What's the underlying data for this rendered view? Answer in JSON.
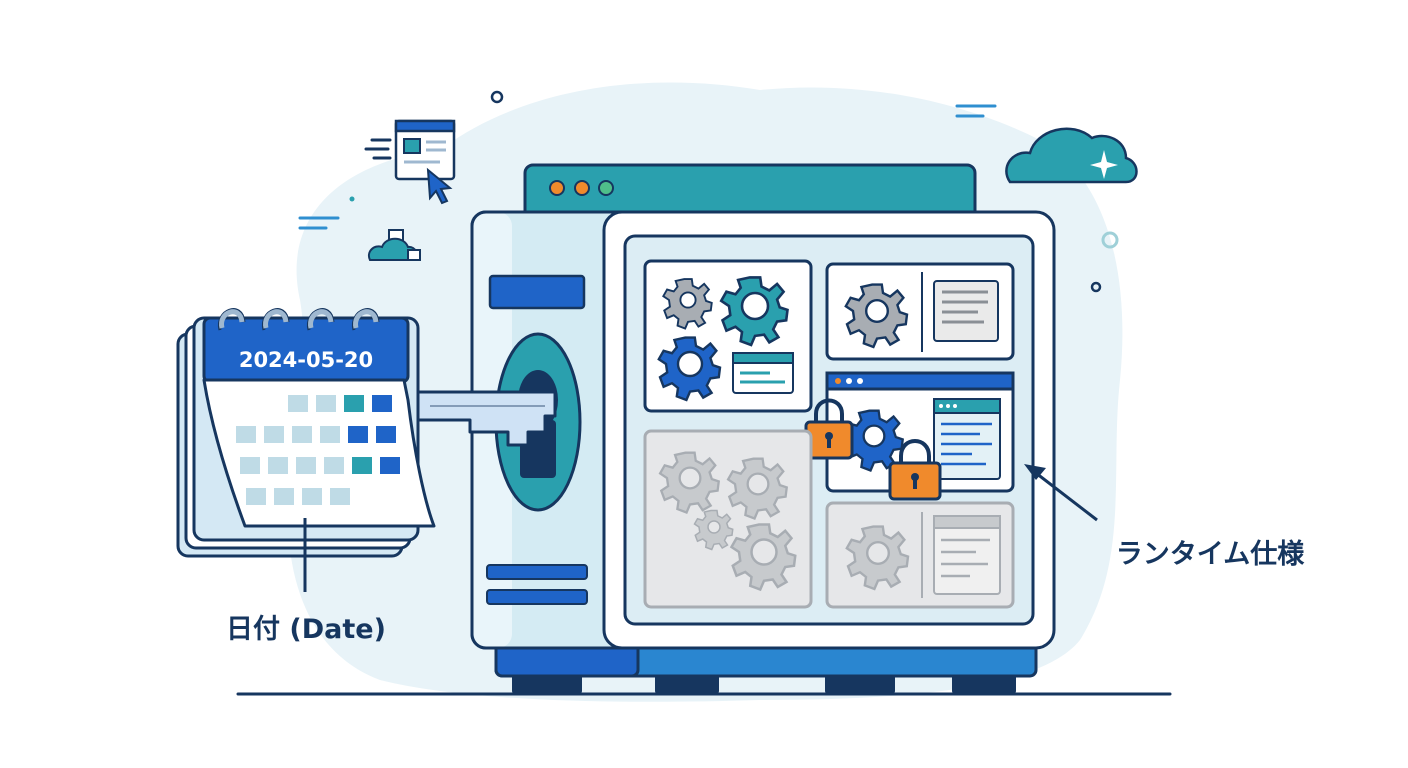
{
  "calendar": {
    "date": "2024-05-20"
  },
  "labels": {
    "date_label": "日付 (Date)",
    "runtime_label": "ランタイム仕様"
  },
  "colors": {
    "navy": "#16365f",
    "blue": "#1f64c8",
    "teal": "#2aa0ae",
    "light_blue": "#cfe7f0",
    "pale_bg": "#e6f3f8",
    "gray": "#a8adb3",
    "orange": "#f08a2c"
  },
  "icons": {
    "calendar": "calendar-icon",
    "key": "key-icon",
    "lock": "padlock-icon",
    "gear": "gear-icon",
    "cloud": "cloud-icon",
    "browser": "browser-window-icon",
    "cursor": "cursor-icon"
  }
}
